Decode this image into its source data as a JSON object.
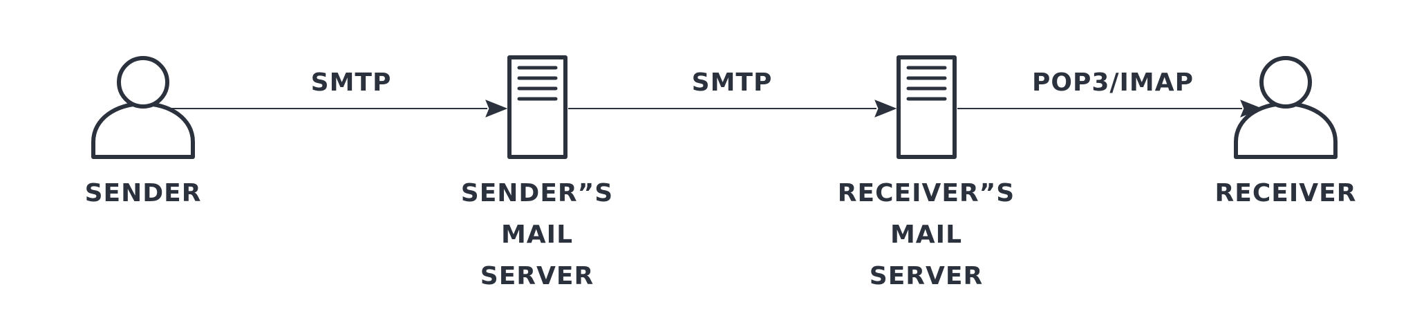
{
  "diagram": {
    "nodes": [
      {
        "id": "sender",
        "kind": "user-icon",
        "label": [
          "SENDER"
        ]
      },
      {
        "id": "sender-mail-server",
        "kind": "server-icon",
        "label": [
          "SENDER”S",
          "MAIL",
          "SERVER"
        ]
      },
      {
        "id": "receiver-mail-server",
        "kind": "server-icon",
        "label": [
          "RECEIVER”S",
          "MAIL",
          "SERVER"
        ]
      },
      {
        "id": "receiver",
        "kind": "user-icon",
        "label": [
          "RECEIVER"
        ]
      }
    ],
    "edges": [
      {
        "from": "sender",
        "to": "sender-mail-server",
        "label": "SMTP"
      },
      {
        "from": "sender-mail-server",
        "to": "receiver-mail-server",
        "label": "SMTP"
      },
      {
        "from": "receiver-mail-server",
        "to": "receiver",
        "label": "POP3/IMAP"
      }
    ],
    "colors": {
      "stroke": "#2b323d",
      "background": "#ffffff"
    }
  }
}
